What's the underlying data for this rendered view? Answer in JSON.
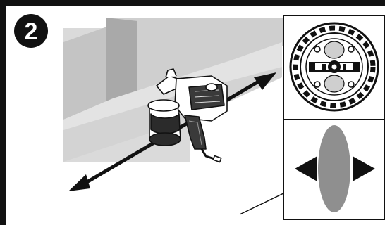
{
  "step": {
    "number": "2"
  },
  "illustration": {
    "subject": "paint-sprayer",
    "motion": "side-to-side"
  },
  "insets": {
    "top": {
      "subject": "spray-nozzle-face"
    },
    "bottom": {
      "subject": "spray-pattern-vertical-oval"
    }
  },
  "colors": {
    "line": "#111111",
    "wall_light": "#d9d9d9",
    "wall_mid": "#c2c2c2",
    "wall_dark": "#a6a6a6",
    "spray_oval": "#8f8f8f"
  }
}
